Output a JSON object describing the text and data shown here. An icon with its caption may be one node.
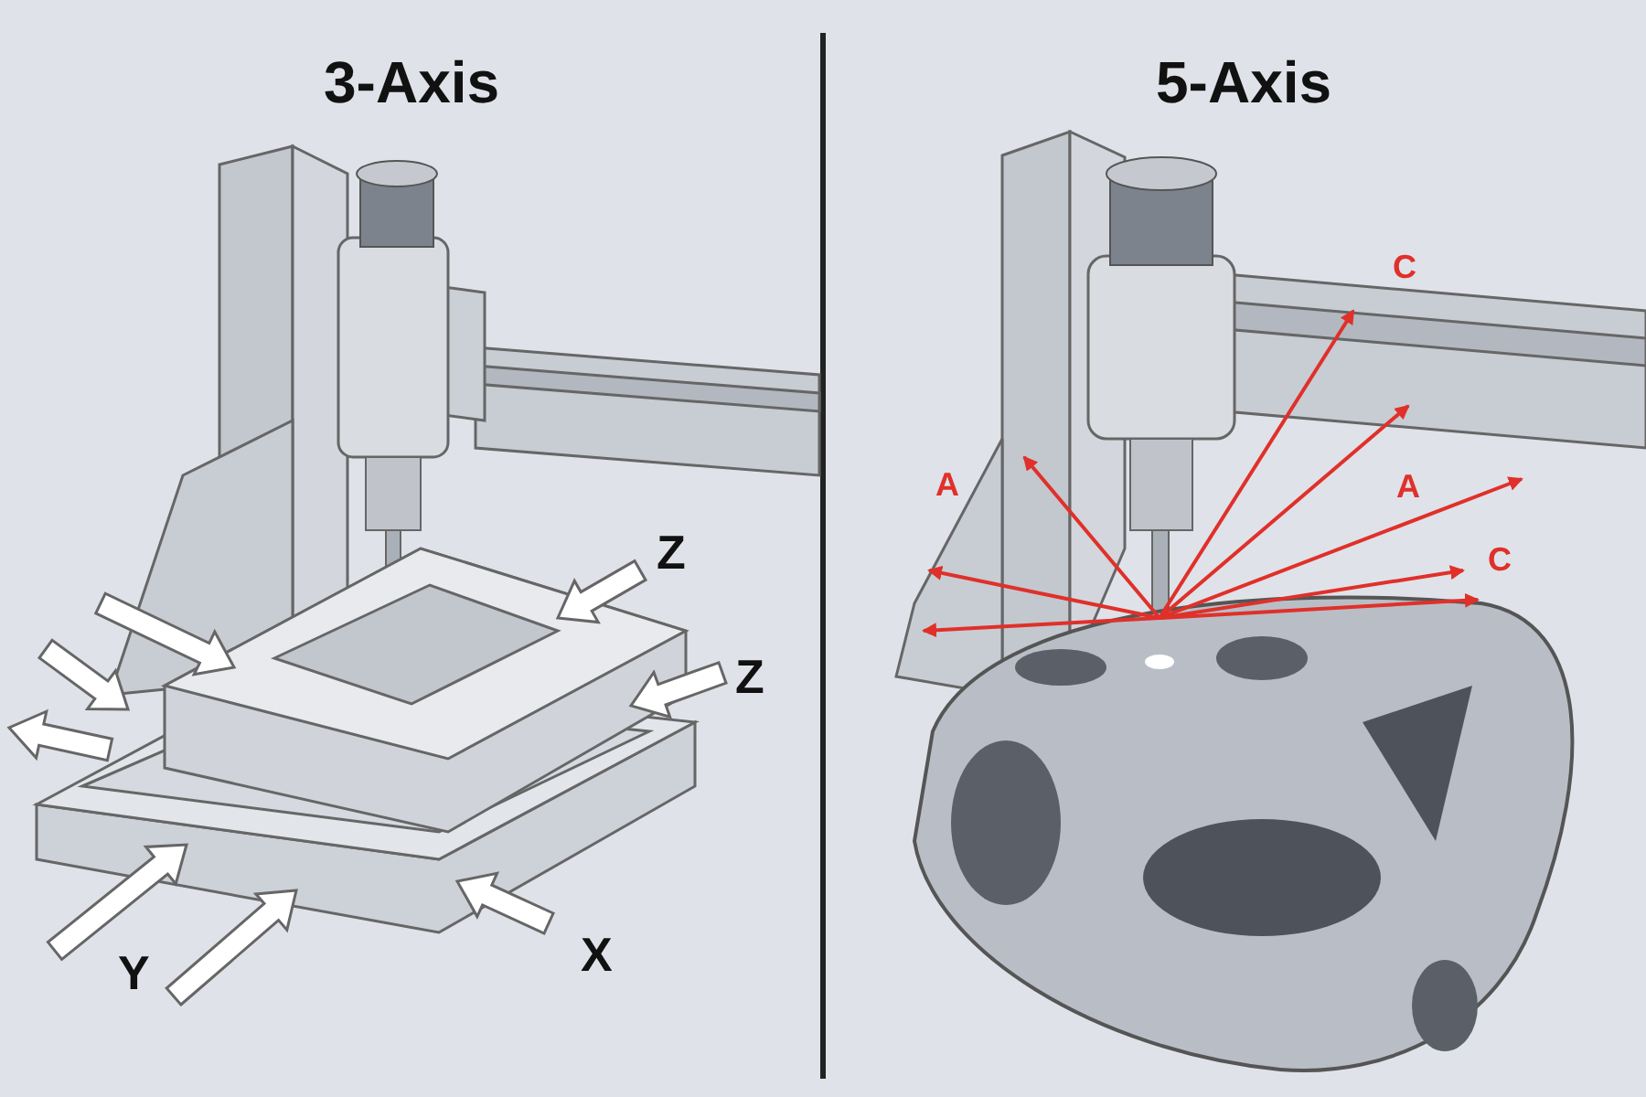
{
  "diagram": {
    "labels": [
      "3-Axis",
      "5-Axis",
      "Z",
      "Z",
      "Y",
      "X",
      "C",
      "A",
      "A",
      "C"
    ]
  }
}
